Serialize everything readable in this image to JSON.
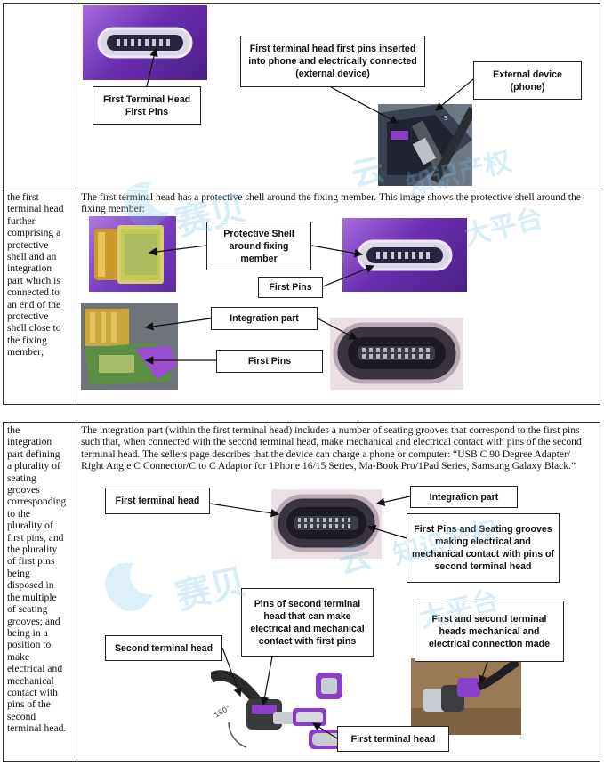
{
  "rows": [
    {
      "claim": "",
      "desc": "",
      "callouts": {
        "first_terminal_head_first_pins": "First Terminal Head\nFirst Pins",
        "inserted_into_phone": "First terminal head first pins inserted\ninto phone and electrically connected\n(external device)",
        "external_device": "External device\n(phone)"
      }
    },
    {
      "claim": "the first\nterminal head\nfurther\ncomprising a\nprotective\nshell and an\nintegration\npart which is\nconnected to\nan end of the\nprotective\nshell close to\nthe fixing\nmember;",
      "desc": "The first terminal head has a protective shell around the fixing member.  This image shows the protective shell around the fixing member:",
      "callouts": {
        "protective_shell": "Protective Shell\naround fixing\nmember",
        "first_pins_a": "First Pins",
        "integration_part": "Integration part",
        "first_pins_b": "First Pins"
      }
    },
    {
      "claim": "the\nintegration\npart defining\na plurality of\nseating\ngrooves\ncorresponding\nto the\nplurality of\nfirst pins, and\nthe plurality\nof first pins\nbeing\ndisposed in\nthe multiple\nof seating\ngrooves; and\nbeing in a\nposition to\nmake\nelectrical and\nmechanical\ncontact with\npins of the\nsecond\nterminal head.",
      "desc": "The integration part (within the first terminal head) includes a number of seating grooves that correspond to the first pins such that, when connected with the second terminal head, make mechanical and electrical contact with pins of the second terminal head. The sellers page describes that the device can charge a phone or computer: “USB C 90 Degree Adapter/ Right Angle C Connector/C to C Adaptor for 1Phone 16/15 Series, Ma-Book Pro/1Pad Series, Samsung Galaxy Black.”",
      "callouts": {
        "first_terminal_head_a": "First terminal head",
        "integration_part": "Integration part",
        "first_pins_seating": "First Pins and Seating grooves\nmaking electrical and\nmechanical contact with pins of\nsecond terminal head",
        "pins_of_second": "Pins of second terminal\nhead that can make\nelectrical and mechanical\ncontact with first pins",
        "first_and_second": "First and second terminal\nheads mechanical and\nelectrical connection made",
        "second_terminal_head": "Second terminal head",
        "first_terminal_head_b": "First terminal head"
      },
      "rotation_label": "180°"
    }
  ],
  "watermark": {
    "brand": "赛贝",
    "text1": "云",
    "text2": "知识产权",
    "text3": "大平台"
  },
  "colors": {
    "purple": "#8a3fc8",
    "silver": "#c9ccd3",
    "gold": "#c9a53a",
    "border": "#333333"
  }
}
